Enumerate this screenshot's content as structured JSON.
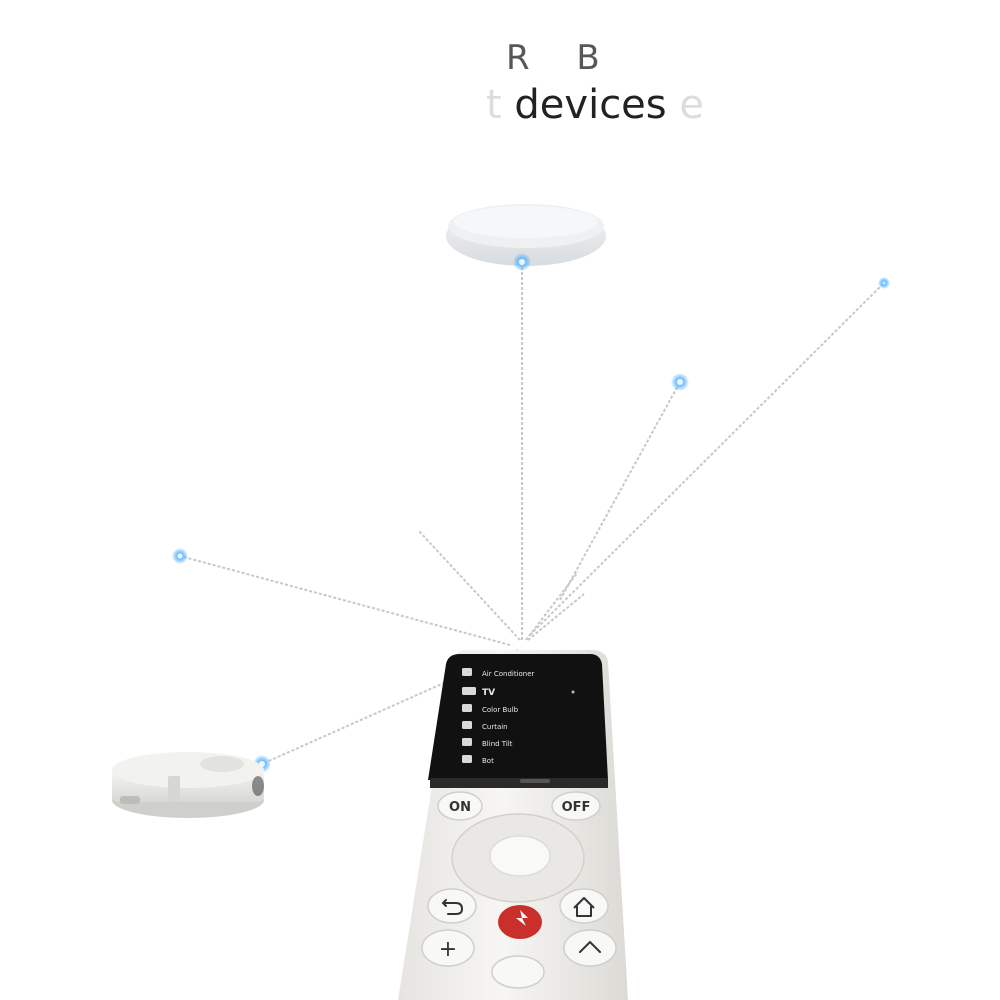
{
  "headline": {
    "top": "R B",
    "line_prefix": "t",
    "line_main": "devices",
    "line_suffix": "e"
  },
  "remote": {
    "menu": [
      {
        "label": "Air Conditioner",
        "icon": "ac-icon",
        "selected": false
      },
      {
        "label": "TV",
        "icon": "tv-icon",
        "selected": true
      },
      {
        "label": "Color Bulb",
        "icon": "bulb-icon",
        "selected": false
      },
      {
        "label": "Curtain",
        "icon": "curtain-icon",
        "selected": false
      },
      {
        "label": "Blind Tilt",
        "icon": "blind-icon",
        "selected": false
      },
      {
        "label": "Bot",
        "icon": "bot-icon",
        "selected": false
      }
    ],
    "on_label": "ON",
    "off_label": "OFF",
    "plus_label": "+",
    "back_icon": "back-arrow-icon",
    "home_icon": "home-icon",
    "power_icon": "switchbot-logo-icon",
    "up_icon": "chevron-up-icon"
  },
  "colors": {
    "accent_blue": "#3aa0ff",
    "remote_body": "#f3f2ef",
    "screen_bg": "#111111",
    "logo_red": "#c9302c"
  }
}
